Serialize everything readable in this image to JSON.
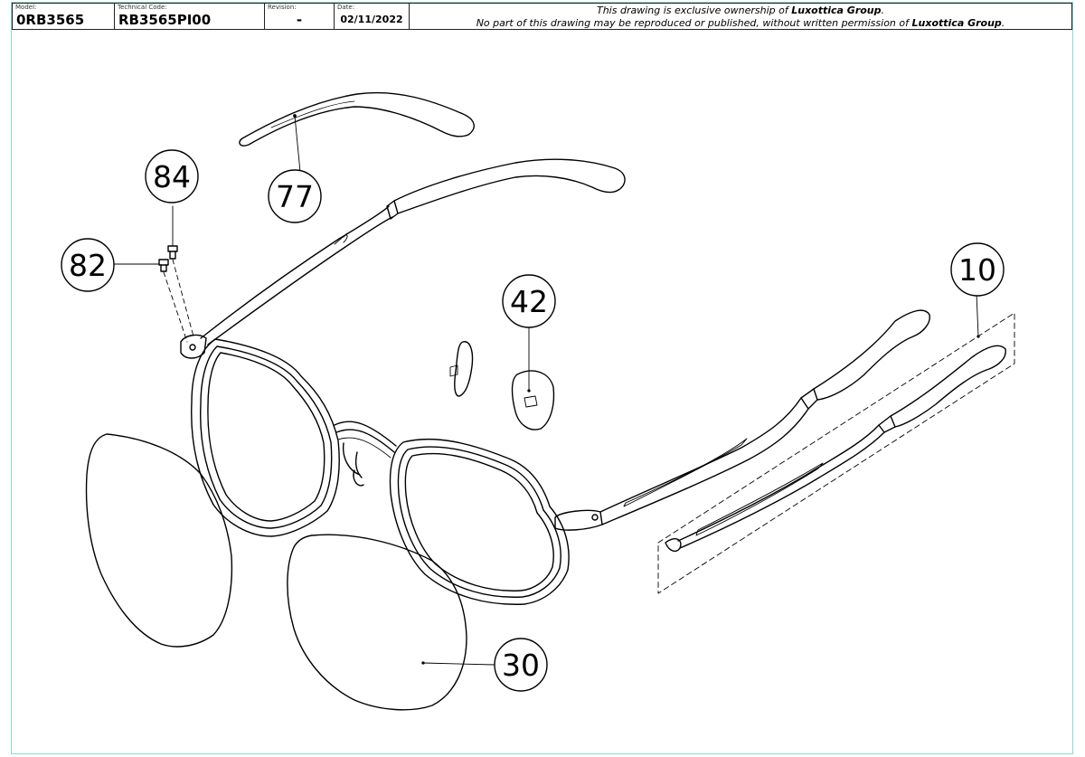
{
  "title_block": {
    "model_label": "Model:",
    "model_value": "0RB3565",
    "technical_code_label": "Technical Code:",
    "technical_code_value": "RB3565PI00",
    "revision_label": "Revision:",
    "revision_value": "-",
    "date_label": "Date:",
    "date_value": "02/11/2022",
    "notice_line1_prefix": "This drawing is exclusive ownership of ",
    "notice_line1_company": "Luxottica Group",
    "notice_line1_suffix": ".",
    "notice_line2_prefix": "No part of this drawing may be reproduced or published, without written permission of ",
    "notice_line2_company": "Luxottica Group",
    "notice_line2_suffix": "."
  },
  "callouts": {
    "temple_tip": "77",
    "screw_upper": "84",
    "screw_lower": "82",
    "nose_pad": "42",
    "temple_assembly": "10",
    "lens": "30"
  },
  "colors": {
    "border_accent": "#8fd8d0",
    "line": "#000000"
  }
}
